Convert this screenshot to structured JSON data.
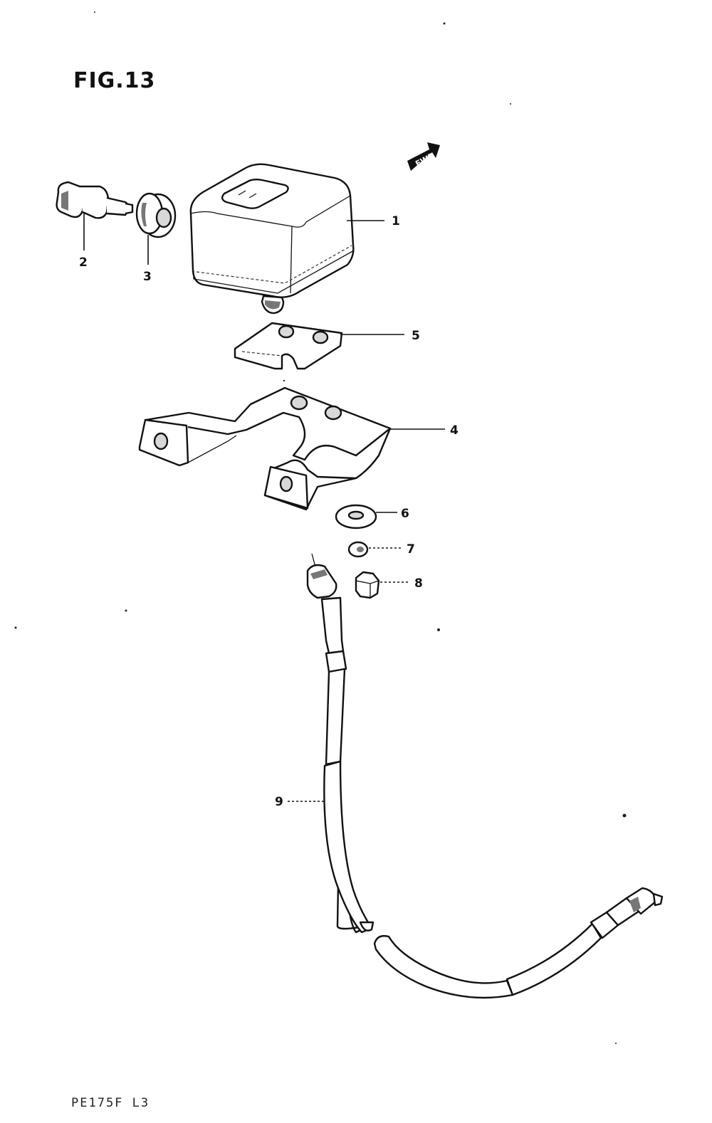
{
  "figure": {
    "title": "FIG.13",
    "footer_code": "PE175F L3",
    "fwd_label": "FWD"
  },
  "callouts": [
    {
      "id": "1",
      "label": "1"
    },
    {
      "id": "2",
      "label": "2"
    },
    {
      "id": "3",
      "label": "3"
    },
    {
      "id": "4",
      "label": "4"
    },
    {
      "id": "5",
      "label": "5"
    },
    {
      "id": "6",
      "label": "6"
    },
    {
      "id": "7",
      "label": "7"
    },
    {
      "id": "8",
      "label": "8"
    },
    {
      "id": "9",
      "label": "9"
    }
  ]
}
